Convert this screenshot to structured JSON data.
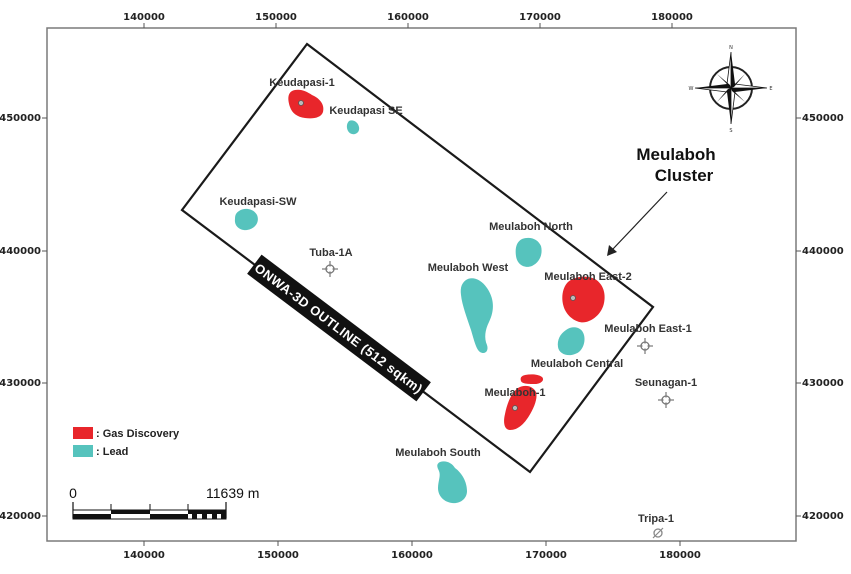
{
  "map": {
    "x_axis": {
      "ticks": [
        "140000",
        "150000",
        "160000",
        "170000",
        "180000"
      ]
    },
    "y_axis": {
      "ticks": [
        "450000",
        "440000",
        "430000",
        "420000"
      ]
    },
    "outline_label": "ONWA-3D OUTLINE (512 sqkm)",
    "cluster_label_line1": "Meulaboh",
    "cluster_label_line2": "Cluster",
    "features": {
      "keudapasi_1": "Keudapasi-1",
      "keudapasi_se": "Keudapasi SE",
      "keudapasi_sw": "Keudapasi-SW",
      "tuba_1a": "Tuba-1A",
      "meulaboh_north": "Meulaboh North",
      "meulaboh_west": "Meulaboh West",
      "meulaboh_east_2": "Meulaboh East-2",
      "meulaboh_east_1": "Meulaboh  East-1",
      "meulaboh_central": "Meulaboh Central",
      "meulaboh_1": "Meulaboh-1",
      "seunagan_1": "Seunagan-1",
      "meulaboh_south": "Meulaboh South",
      "tripa_1": "Tripa-1"
    },
    "legend": [
      {
        "label": ": Gas Discovery",
        "color": "#e8262b"
      },
      {
        "label": ": Lead",
        "color": "#56c3bd"
      }
    ],
    "scale_bar": {
      "start": "0",
      "end": "11639 m"
    },
    "compass": {
      "n": "N",
      "e": "E",
      "s": "S",
      "w": "W"
    },
    "colors": {
      "gas_discovery": "#e8262b",
      "lead": "#56c3bd",
      "frame": "#777777",
      "outline": "#1a1a1a"
    }
  }
}
